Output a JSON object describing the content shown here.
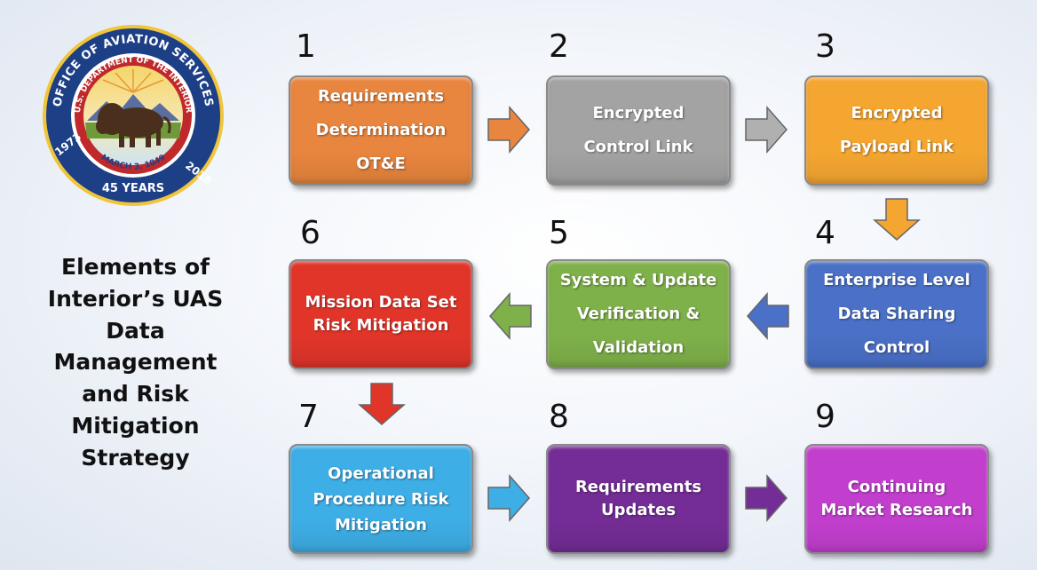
{
  "seal": {
    "arc_top": "OFFICE OF AVIATION SERVICES",
    "arc_inner": "U.S. DEPARTMENT OF THE INTERIOR",
    "year_left": "1973",
    "year_right": "2018",
    "date": "MARCH 3, 1849",
    "anniversary": "45 YEARS",
    "icon": "bison-seal-icon"
  },
  "title_lines": [
    "Elements of",
    "Interior’s UAS",
    "Data",
    "Management",
    "and Risk",
    "Mitigation",
    "Strategy"
  ],
  "steps": [
    {
      "number": "1",
      "lines": [
        "Requirements",
        "Determination",
        "OT&E"
      ],
      "color": "#e8853e"
    },
    {
      "number": "2",
      "lines": [
        "Encrypted",
        "Control Link"
      ],
      "color": "#a3a3a3"
    },
    {
      "number": "3",
      "lines": [
        "Encrypted",
        "Payload Link"
      ],
      "color": "#f5a631"
    },
    {
      "number": "4",
      "lines": [
        "Enterprise Level",
        "Data Sharing",
        "Control"
      ],
      "color": "#4a70c7"
    },
    {
      "number": "5",
      "lines": [
        "System & Update",
        "Verification &",
        "Validation"
      ],
      "color": "#7fb14a"
    },
    {
      "number": "6",
      "lines": [
        "Mission Data Set",
        "Risk Mitigation"
      ],
      "color": "#e1352a"
    },
    {
      "number": "7",
      "lines": [
        "Operational",
        "Procedure Risk",
        "Mitigation"
      ],
      "color": "#3eaee6"
    },
    {
      "number": "8",
      "lines": [
        "Requirements",
        "Updates"
      ],
      "color": "#742d96"
    },
    {
      "number": "9",
      "lines": [
        "Continuing",
        "Market Research"
      ],
      "color": "#c23fce"
    }
  ],
  "arrow_colors": {
    "a1_2": "#e8853e",
    "a2_3": "#b0b0b0",
    "a3_4": "#f5a631",
    "a4_5": "#4a70c7",
    "a5_6": "#7fb14a",
    "a6_7": "#e1352a",
    "a7_8": "#3eaee6",
    "a8_9": "#742d96"
  }
}
